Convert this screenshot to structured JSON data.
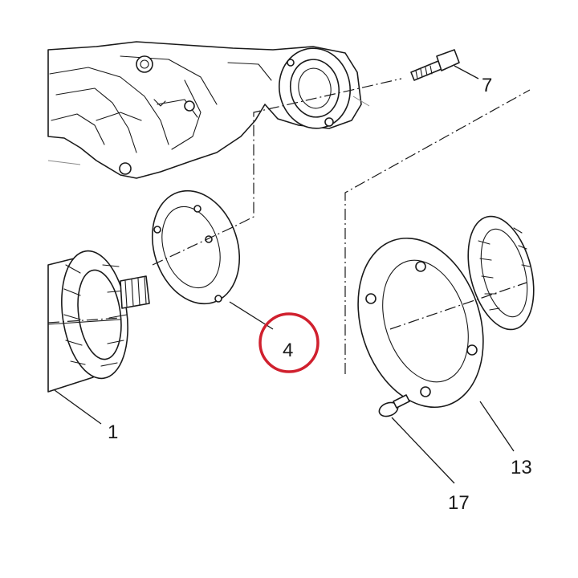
{
  "diagram": {
    "labels": {
      "housing_shaft": "1",
      "gasket": "4",
      "bolt": "7",
      "cover_plate": "13",
      "screw": "17"
    },
    "highlighted_label": "4",
    "colors": {
      "line": "#1a1a1a",
      "highlight": "#d0202e",
      "background": "#ffffff"
    }
  }
}
